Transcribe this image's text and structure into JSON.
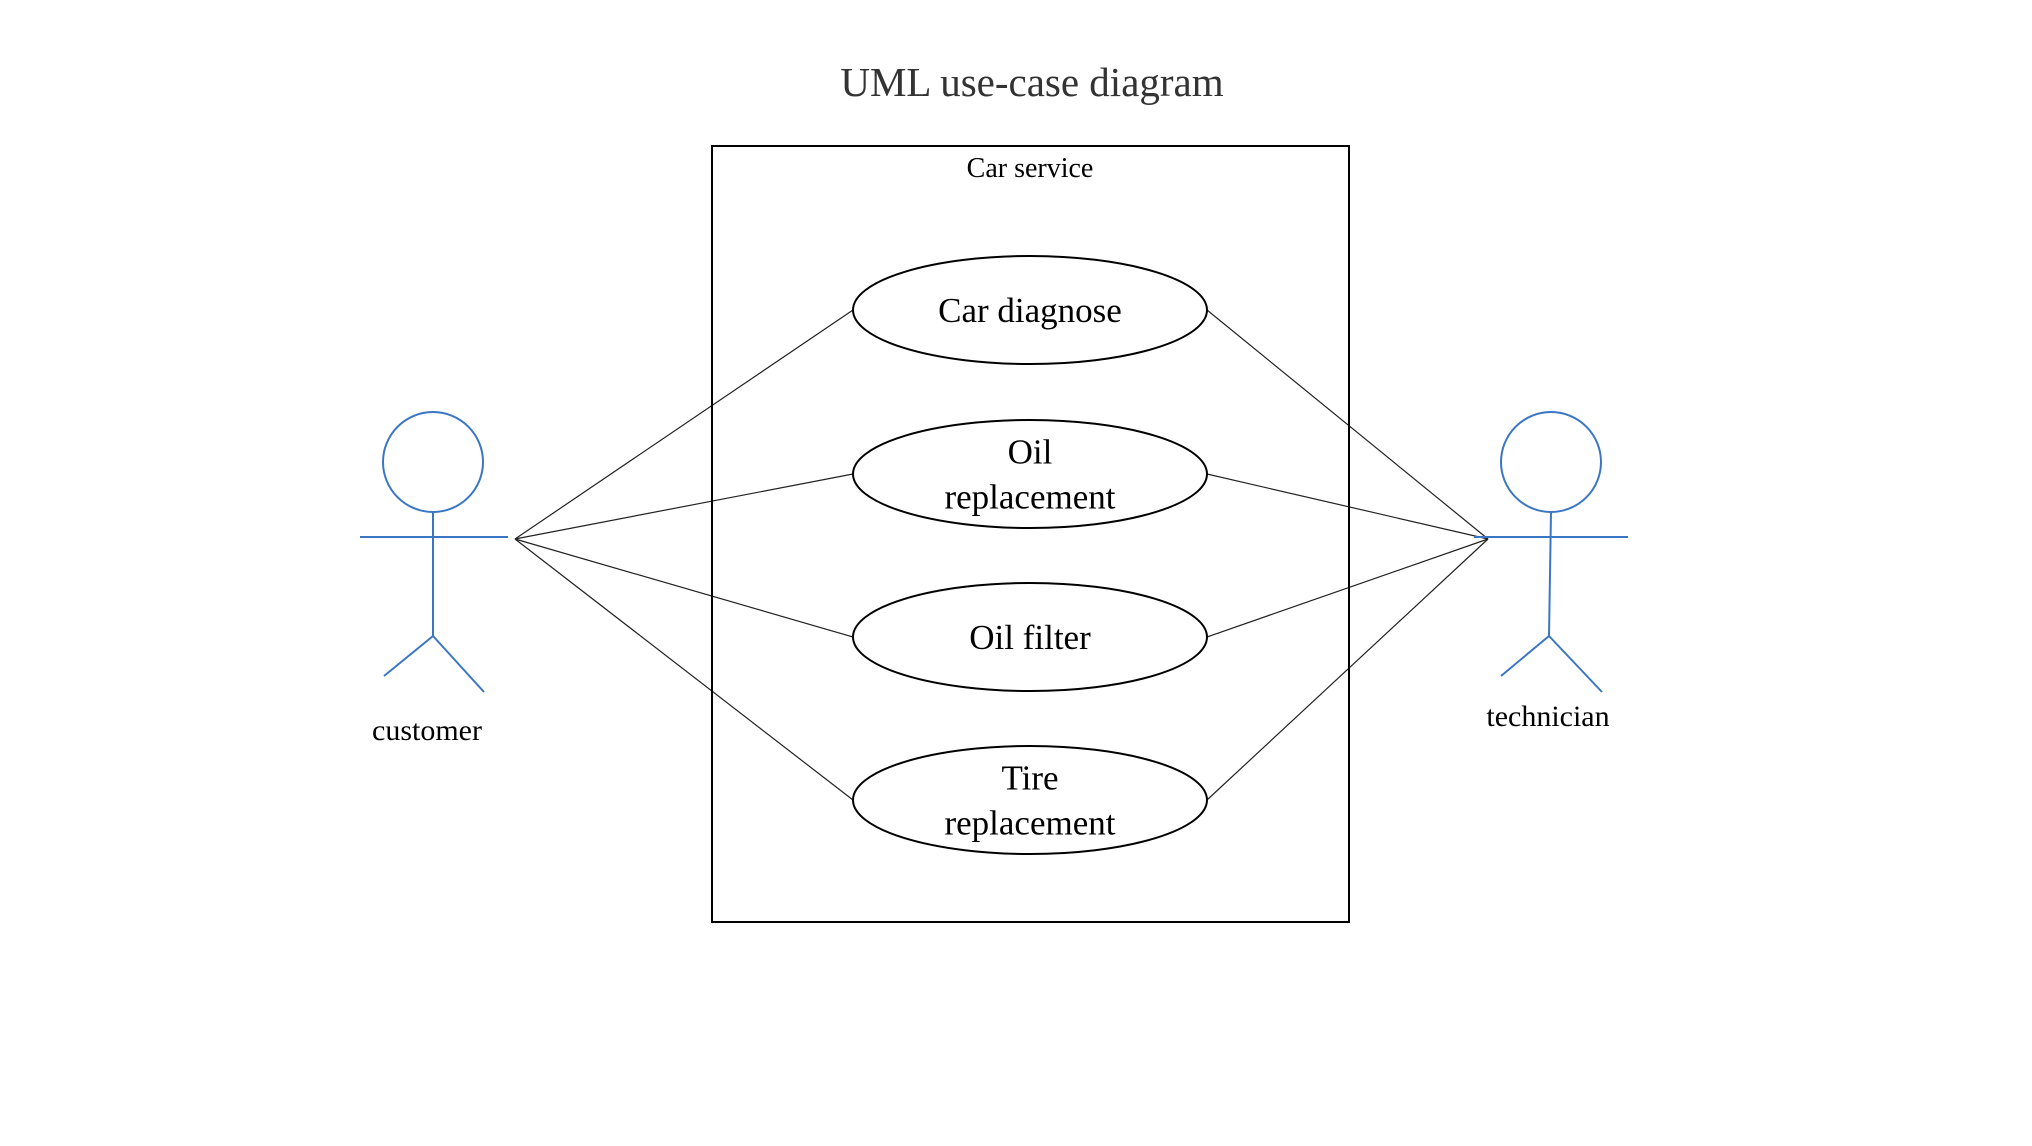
{
  "title": "UML use-case diagram",
  "colors": {
    "actor_stroke": "#3a76c4",
    "title_text": "#333333",
    "outline": "#000000"
  },
  "system": {
    "label": "Car service"
  },
  "use_cases": [
    {
      "id": "car-diagnose",
      "lines": [
        "Car diagnose"
      ]
    },
    {
      "id": "oil-replacement",
      "lines": [
        "Oil",
        "replacement"
      ]
    },
    {
      "id": "oil-filter",
      "lines": [
        "Oil filter"
      ]
    },
    {
      "id": "tire-replacement",
      "lines": [
        "Tire",
        "replacement"
      ]
    }
  ],
  "actors": [
    {
      "id": "customer",
      "label": "customer"
    },
    {
      "id": "technician",
      "label": "technician"
    }
  ],
  "associations": [
    {
      "actor": "customer",
      "use_case": "car-diagnose"
    },
    {
      "actor": "customer",
      "use_case": "oil-replacement"
    },
    {
      "actor": "customer",
      "use_case": "oil-filter"
    },
    {
      "actor": "customer",
      "use_case": "tire-replacement"
    },
    {
      "actor": "technician",
      "use_case": "car-diagnose"
    },
    {
      "actor": "technician",
      "use_case": "oil-replacement"
    },
    {
      "actor": "technician",
      "use_case": "oil-filter"
    },
    {
      "actor": "technician",
      "use_case": "tire-replacement"
    }
  ]
}
